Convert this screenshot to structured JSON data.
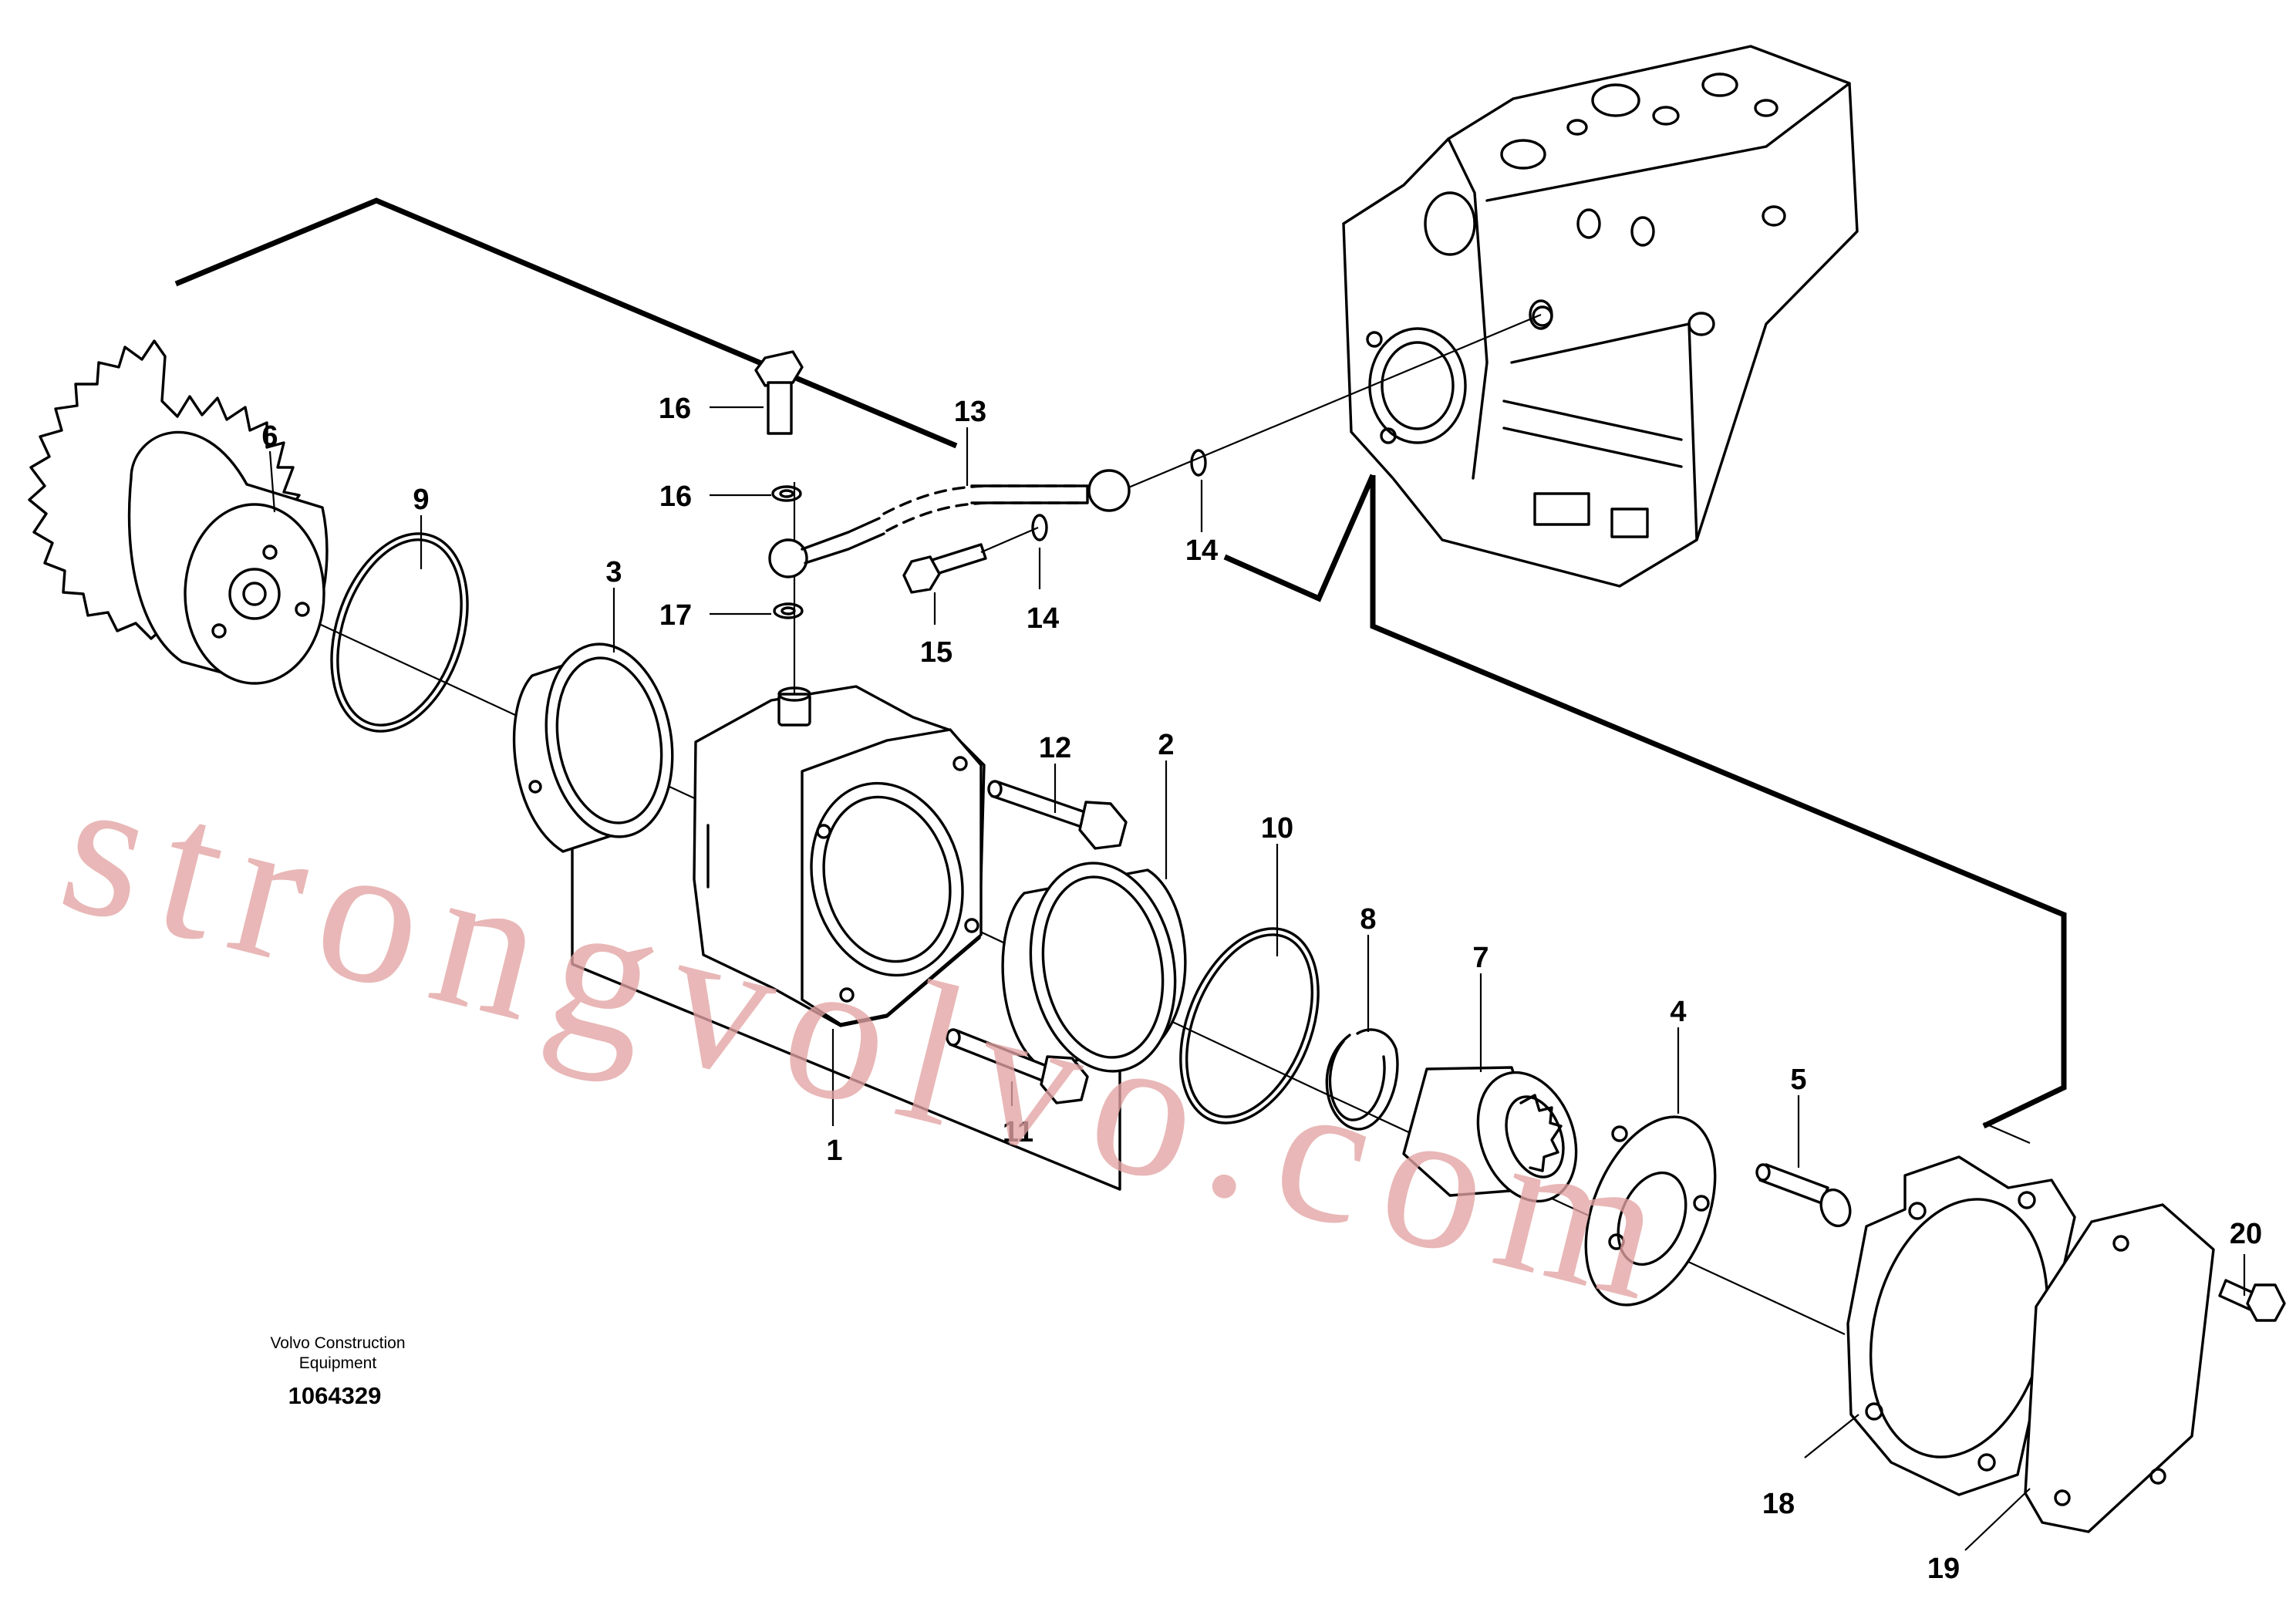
{
  "publisher": {
    "line1": "Volvo Construction",
    "line2": "Equipment"
  },
  "document_number": "1064329",
  "watermark": "strongvolvo.com",
  "callouts": [
    "1",
    "2",
    "3",
    "4",
    "5",
    "6",
    "7",
    "8",
    "9",
    "10",
    "11",
    "12",
    "13",
    "14",
    "14",
    "15",
    "16",
    "16",
    "17",
    "18",
    "19",
    "20"
  ],
  "colors": {
    "line": "#000000",
    "watermark": "#e3a3a3",
    "background": "#ffffff"
  }
}
